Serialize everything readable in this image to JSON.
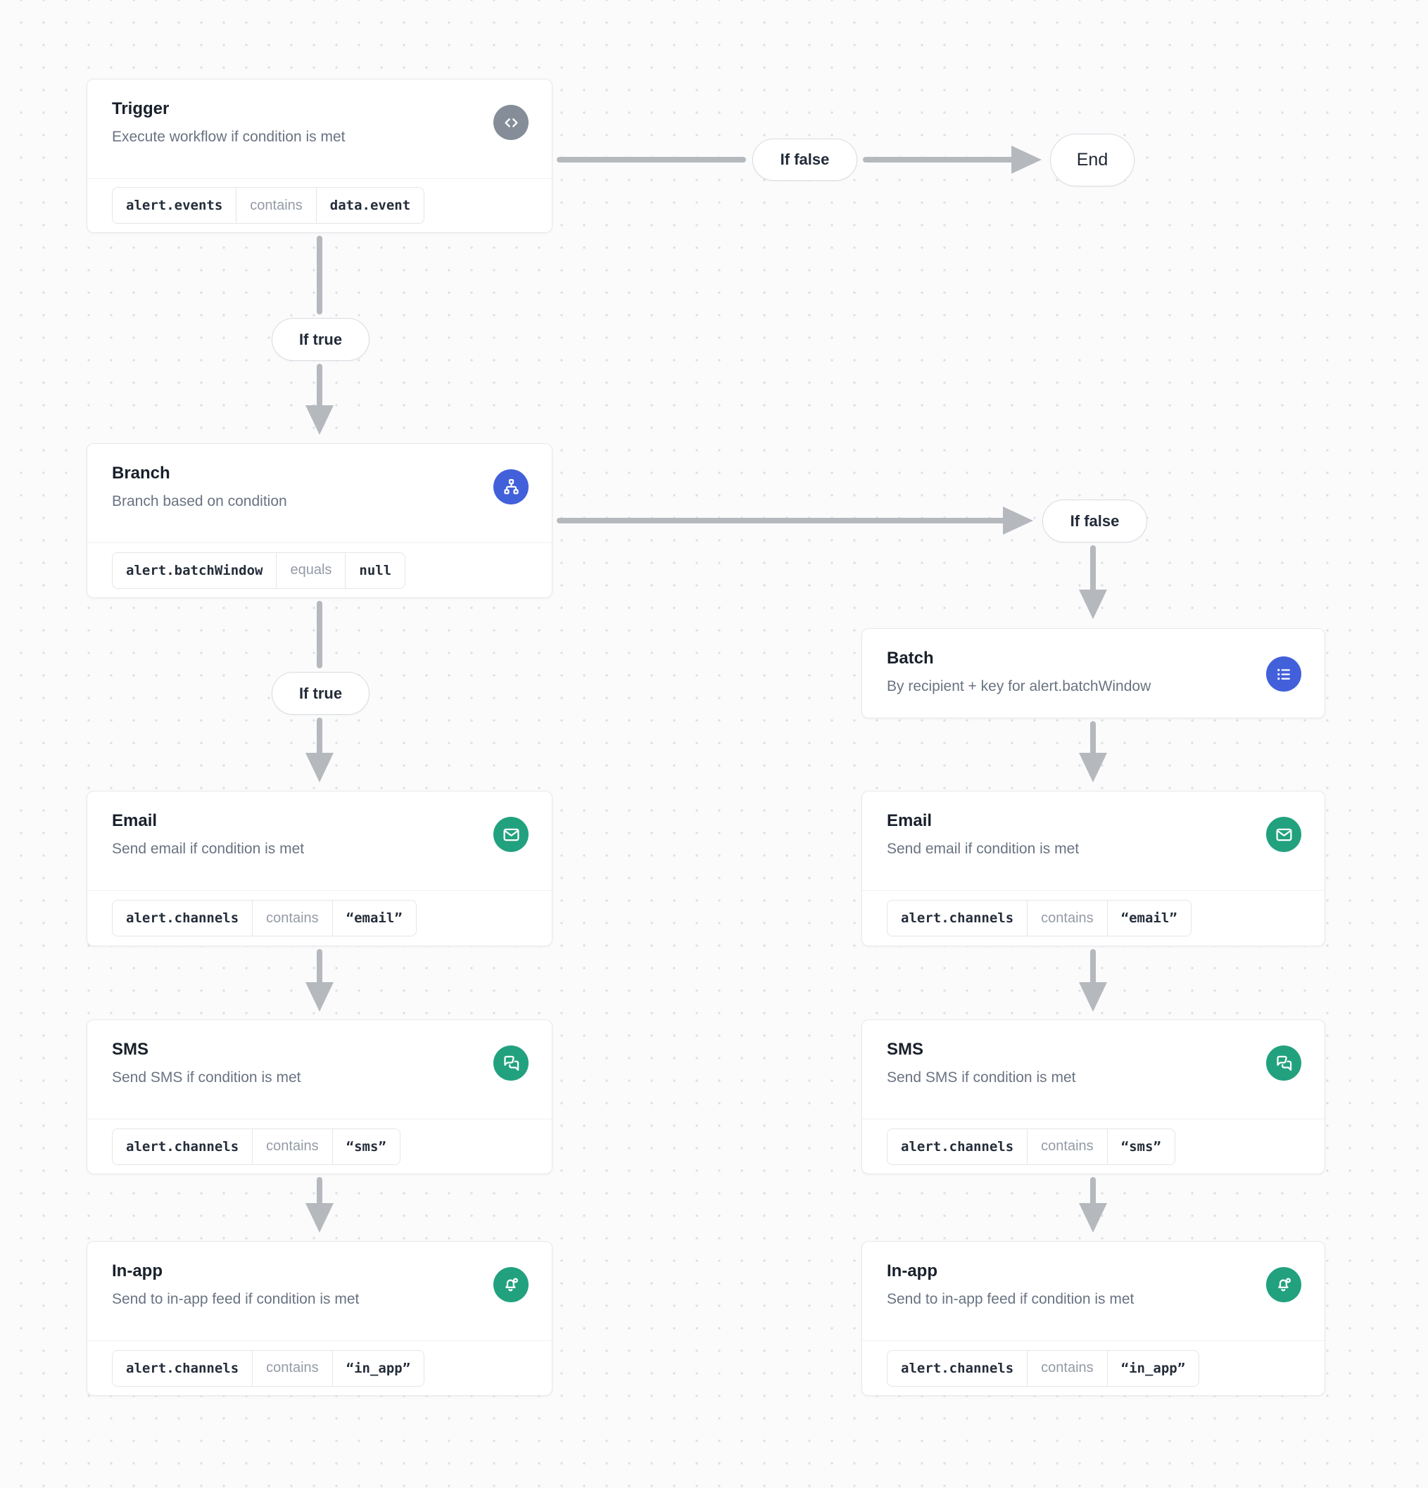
{
  "labels": {
    "if_true": "If true",
    "if_false": "If false",
    "end": "End"
  },
  "colors": {
    "trigger_icon_bg": "#848D98",
    "logic_icon_bg": "#4360DB",
    "channel_icon_bg": "#22A17E",
    "arrow": "#B5B9BE",
    "canvas_dot": "#DEDFE2"
  },
  "nodes": {
    "trigger": {
      "title": "Trigger",
      "subtitle": "Execute workflow if condition is met",
      "icon": "code-icon",
      "condition": {
        "field": "alert.events",
        "operator": "contains",
        "value": "data.event"
      }
    },
    "branch": {
      "title": "Branch",
      "subtitle": "Branch based on condition",
      "icon": "sitemap-icon",
      "condition": {
        "field": "alert.batchWindow",
        "operator": "equals",
        "value": "null"
      }
    },
    "batch": {
      "title": "Batch",
      "subtitle": "By recipient + key for alert.batchWindow",
      "icon": "list-icon"
    },
    "email_left": {
      "title": "Email",
      "subtitle": "Send email if condition is met",
      "icon": "envelope-icon",
      "condition": {
        "field": "alert.channels",
        "operator": "contains",
        "value": "“email”"
      }
    },
    "sms_left": {
      "title": "SMS",
      "subtitle": "Send SMS if condition is met",
      "icon": "chat-bubbles-icon",
      "condition": {
        "field": "alert.channels",
        "operator": "contains",
        "value": "“sms”"
      }
    },
    "inapp_left": {
      "title": "In-app",
      "subtitle": "Send to in-app feed if condition is met",
      "icon": "bell-icon",
      "condition": {
        "field": "alert.channels",
        "operator": "contains",
        "value": "“in_app”"
      }
    },
    "email_right": {
      "title": "Email",
      "subtitle": "Send email if condition is met",
      "icon": "envelope-icon",
      "condition": {
        "field": "alert.channels",
        "operator": "contains",
        "value": "“email”"
      }
    },
    "sms_right": {
      "title": "SMS",
      "subtitle": "Send SMS if condition is met",
      "icon": "chat-bubbles-icon",
      "condition": {
        "field": "alert.channels",
        "operator": "contains",
        "value": "“sms”"
      }
    },
    "inapp_right": {
      "title": "In-app",
      "subtitle": "Send to in-app feed if condition is met",
      "icon": "bell-icon",
      "condition": {
        "field": "alert.channels",
        "operator": "contains",
        "value": "“in_app”"
      }
    }
  }
}
